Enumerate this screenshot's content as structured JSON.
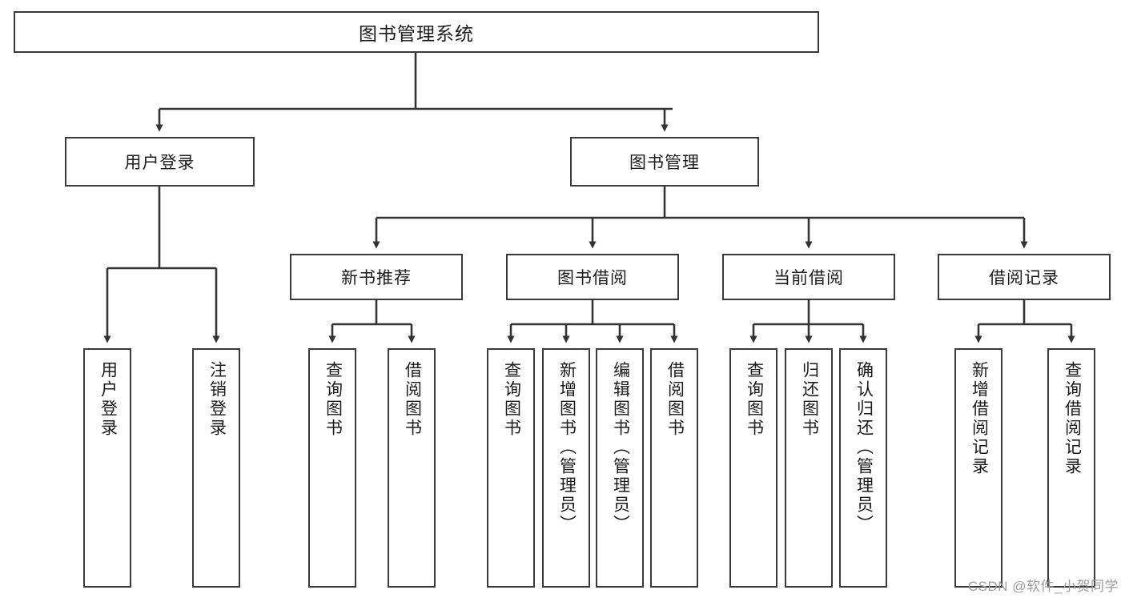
{
  "diagram": {
    "type": "tree",
    "title": "图书管理系统",
    "orientation": "top-down",
    "colors": {
      "box_border": "#3a3a3a",
      "box_fill": "#ffffff",
      "line": "#333333",
      "text": "#1b1b1b",
      "watermark": "#9d9d9d"
    },
    "root": {
      "label": "图书管理系统"
    },
    "level1": [
      {
        "label": "用户登录"
      },
      {
        "label": "图书管理"
      }
    ],
    "level2": [
      {
        "label": "新书推荐"
      },
      {
        "label": "图书借阅"
      },
      {
        "label": "当前借阅"
      },
      {
        "label": "借阅记录"
      }
    ],
    "leaves": {
      "user_login": [
        {
          "label": "用户登录"
        },
        {
          "label": "注销登录"
        }
      ],
      "new_book_recommend": [
        {
          "label": "查询图书"
        },
        {
          "label": "借阅图书"
        }
      ],
      "book_borrow": [
        {
          "label": "查询图书"
        },
        {
          "label": "新增图书（管理员）"
        },
        {
          "label": "编辑图书（管理员）"
        },
        {
          "label": "借阅图书"
        }
      ],
      "current_borrow": [
        {
          "label": "查询图书"
        },
        {
          "label": "归还图书"
        },
        {
          "label": "确认归还（管理员）"
        }
      ],
      "borrow_record": [
        {
          "label": "新增借阅记录"
        },
        {
          "label": "查询借阅记录"
        }
      ]
    }
  },
  "watermark": {
    "text": "CSDN @软件_小贺同学"
  }
}
